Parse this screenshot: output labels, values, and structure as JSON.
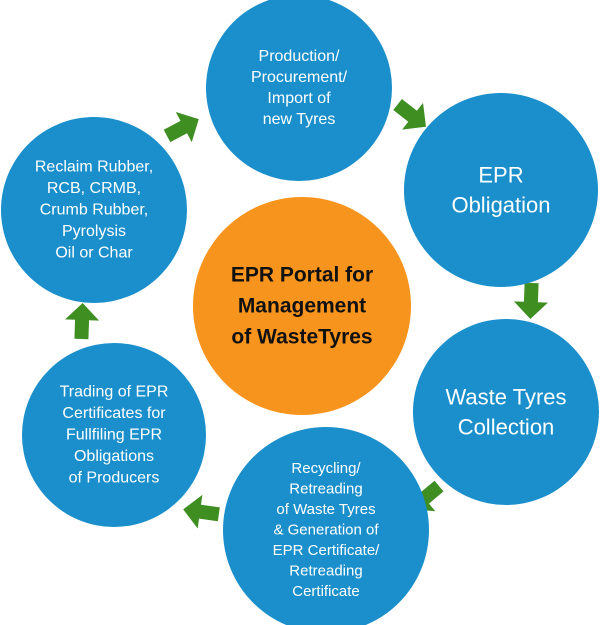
{
  "center": {
    "lines": [
      "EPR Portal for",
      "Management",
      "of WasteTyres"
    ],
    "color": "#F7941D"
  },
  "node_color": "#1A8FCB",
  "arrow_color": "#3E8E22",
  "nodes": [
    {
      "id": "production",
      "lines": [
        "Production/",
        "Procurement/",
        "Import of",
        "new Tyres"
      ]
    },
    {
      "id": "epr-obligation",
      "lines": [
        "EPR",
        "Obligation"
      ]
    },
    {
      "id": "waste-collection",
      "lines": [
        "Waste Tyres",
        "Collection"
      ]
    },
    {
      "id": "recycling",
      "lines": [
        "Recycling/",
        "Retreading",
        "of Waste Tyres",
        "& Generation of",
        "EPR Certificate/",
        "Retreading",
        "Certificate"
      ]
    },
    {
      "id": "trading",
      "lines": [
        "Trading of EPR",
        "Certificates for",
        "Fullfiling EPR",
        "Obligations",
        "of Producers"
      ]
    },
    {
      "id": "reclaim",
      "lines": [
        "Reclaim Rubber,",
        "RCB, CRMB,",
        "Crumb Rubber,",
        "Pyrolysis",
        "Oil or Char"
      ]
    }
  ]
}
